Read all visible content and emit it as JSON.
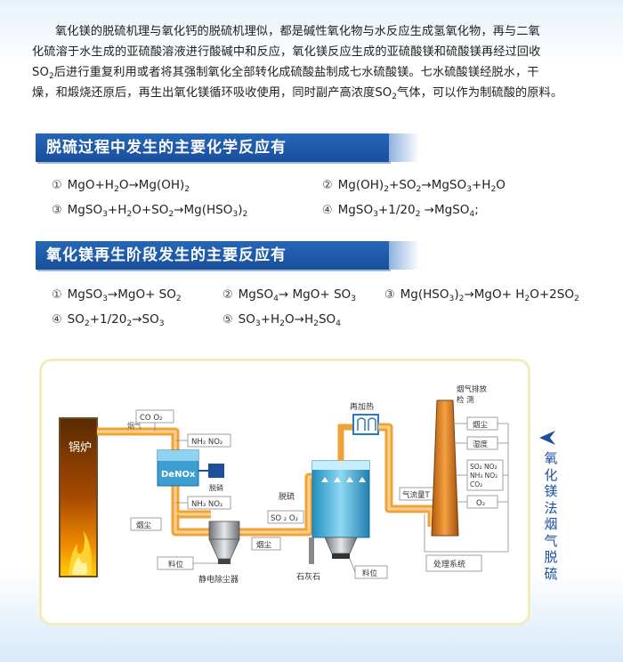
{
  "intro": {
    "line1": "氧化镁的脱硫机理与氧化钙的脱硫机理似，都是碱性氧化物与水反应生成氢氧化物，再与二氧",
    "line2": "化硫溶于水生成的亚硫酸溶液进行酸碱中和反应，氧化镁反应生成的亚硫酸镁和硫酸镁再经过回收",
    "line3a": "SO",
    "line3sub": "2",
    "line3b": "后进行重复利用或者将其强制氧化全部转化成硫酸盐制成七水硫酸镁。七水硫酸镁经脱水，干",
    "line4a": "燥，和煅烧还原后，再生出氧化镁循环吸收使用，同时副产高浓度SO",
    "line4sub": "2",
    "line4b": "气体，可以作为制硫酸的原料。"
  },
  "section1": {
    "title": "脱硫过程中发生的主要化学反应有",
    "reactions": [
      {
        "num": "①",
        "html": "MgO+H<sub>2</sub>O→Mg(OH)<sub>2</sub>"
      },
      {
        "num": "②",
        "html": "Mg(OH)<sub>2</sub>+SO<sub>2</sub>→MgSO<sub>3</sub>+H<sub>2</sub>O"
      },
      {
        "num": "③",
        "html": "MgSO<sub>3</sub>+H<sub>2</sub>O+SO<sub>2</sub>→Mg(HSO<sub>3</sub>)<sub>2</sub>"
      },
      {
        "num": "④",
        "html": "MgSO<sub>3</sub>+1/20<sub>2</sub> →MgSO<sub>4</sub>;"
      }
    ]
  },
  "section2": {
    "title": "氧化镁再生阶段发生的主要反应有",
    "reactions": [
      {
        "num": "①",
        "html": "MgSO<sub>3</sub>→MgO+ SO<sub>2</sub>"
      },
      {
        "num": "②",
        "html": "MgSO<sub>4</sub>→ MgO+ SO<sub>3</sub>"
      },
      {
        "num": "③",
        "html": "Mg(HSO<sub>3</sub>)<sub>2</sub>→MgO+ H<sub>2</sub>O+2SO<sub>2</sub>"
      },
      {
        "num": "④",
        "html": "SO<sub>2</sub>+1/20<sub>2</sub>→SO<sub>3</sub>"
      },
      {
        "num": "⑤",
        "html": "SO<sub>3</sub>+H<sub>2</sub>O→H<sub>2</sub>SO<sub>4</sub>"
      }
    ]
  },
  "diagram": {
    "boiler": "锅炉",
    "flue_gas": "烟气",
    "co_o2": "CO O₂",
    "nh_no_top": "NH₂ NO₂",
    "denox": "DeNOx",
    "denitration": "脱硝",
    "nh_no_bottom": "NH₃ NO₂",
    "dust_left": "烟尘",
    "material_left": "料位",
    "esp": "静电除尘器",
    "dust_mid": "烟尘",
    "so_o2": "SO ₂ O₂",
    "desulfur": "脱硫",
    "reheat": "再加热",
    "limestone": "石灰石",
    "material_right": "料位",
    "flow_meter": "气流量T",
    "emission_line1": "烟气排放",
    "emission_line2": "检    测",
    "m_dust": "烟尘",
    "m_humidity": "湿度",
    "m_gas1": "SO₂ NO₂",
    "m_gas2": "NH₃ NO₂",
    "m_gas3": "CO₂",
    "m_o2": "O₂",
    "processing": "处理系统"
  },
  "side_label": [
    "氧",
    "化",
    "镁",
    "法",
    "烟",
    "气",
    "脱",
    "硫"
  ],
  "colors": {
    "banner_blue": "#1a4f9b",
    "pipe_orange": "#f0a23a",
    "stack_orange": "#e9802a",
    "tower_cyan": "#3fb0d8"
  }
}
